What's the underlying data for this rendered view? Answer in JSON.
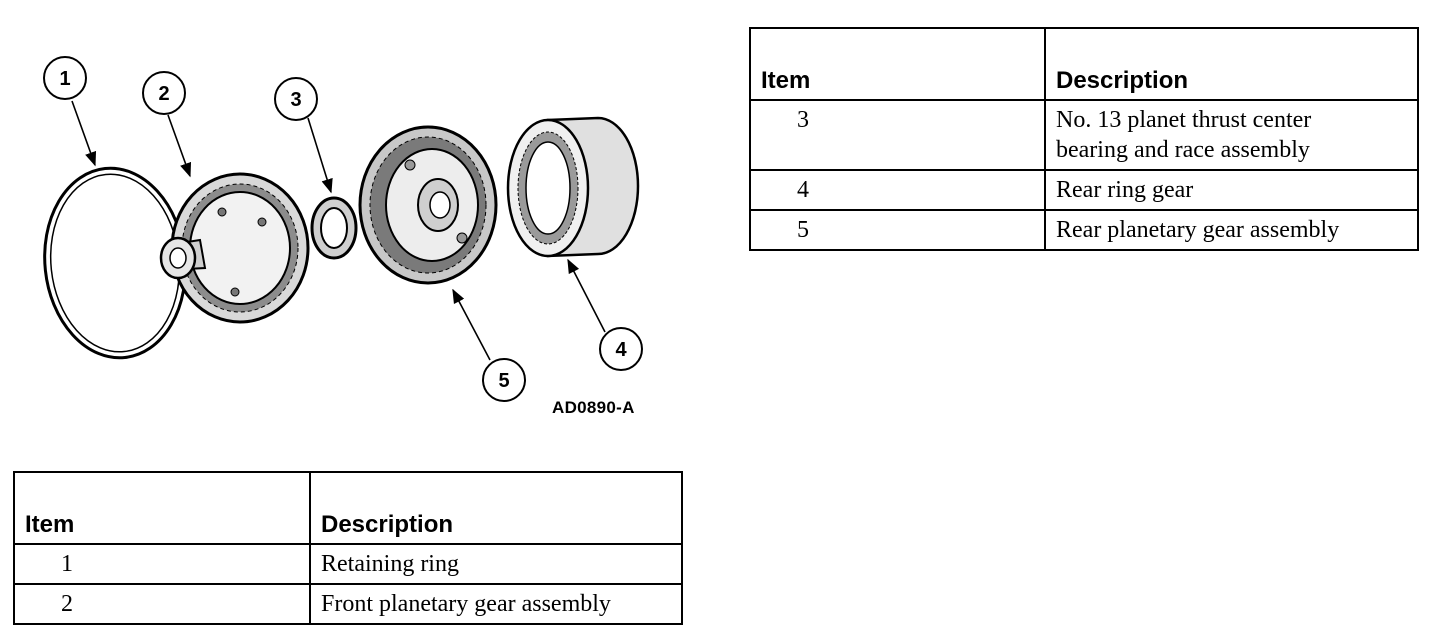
{
  "diagram": {
    "callouts": [
      "1",
      "2",
      "3",
      "4",
      "5"
    ],
    "figure_code": "AD0890-A"
  },
  "table_top": {
    "headers": [
      "Item",
      "Description"
    ],
    "rows": [
      {
        "item": "3",
        "description_lines": [
          "No. 13 planet thrust center",
          "bearing and race assembly"
        ]
      },
      {
        "item": "4",
        "description": "Rear ring gear"
      },
      {
        "item": "5",
        "description": "Rear planetary gear assembly"
      }
    ]
  },
  "table_bottom": {
    "headers": [
      "Item",
      "Description"
    ],
    "rows": [
      {
        "item": "1",
        "description": "Retaining ring"
      },
      {
        "item": "2",
        "description": "Front planetary gear assembly"
      }
    ]
  }
}
